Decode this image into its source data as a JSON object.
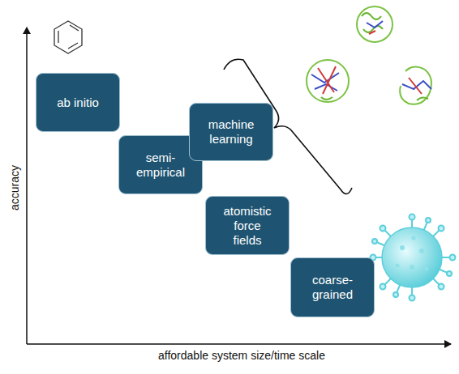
{
  "diagram": {
    "nodes": [
      {
        "text": [
          "ab initio"
        ]
      },
      {
        "text": [
          "semi-empirical"
        ]
      },
      {
        "text": [
          "machine learning"
        ]
      },
      {
        "text": [
          "atomistic force fields"
        ]
      },
      {
        "text": [
          "coarse-grained"
        ]
      }
    ],
    "labels": [
      "accuracy",
      "affordable system size/time scale"
    ]
  }
}
